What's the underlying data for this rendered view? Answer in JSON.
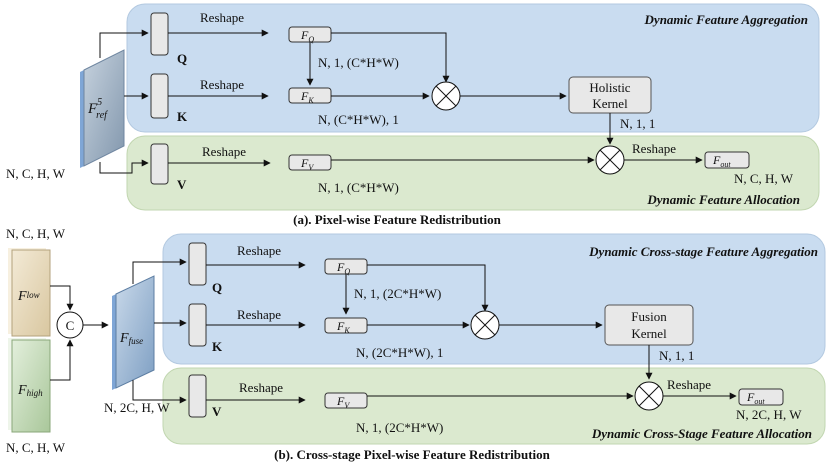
{
  "panel_a": {
    "region_top": "Dynamic Feature Aggregation",
    "region_bottom": "Dynamic Feature Allocation",
    "caption": "(a). Pixel-wise Feature Redistribution",
    "input_name": "F",
    "input_sup": "5",
    "input_sub": "ref",
    "input_dims": "N, C, H, W",
    "q_label": "Q",
    "k_label": "K",
    "v_label": "V",
    "reshape_q": "Reshape",
    "reshape_k": "Reshape",
    "reshape_v": "Reshape",
    "fq_main": "F",
    "fq_sub": "Q",
    "fk_main": "F",
    "fk_sub": "K",
    "fv_main": "F",
    "fv_sub": "V",
    "fq_dims": "N, 1, (C*H*W)",
    "fk_dims": "N, (C*H*W), 1",
    "fv_dims": "N, 1, (C*H*W)",
    "kernel_line1": "Holistic",
    "kernel_line2": "Kernel",
    "kernel_dims": "N, 1, 1",
    "reshape_out": "Reshape",
    "out_main": "F",
    "out_sub": "out",
    "out_dims": "N, C, H, W"
  },
  "panel_b": {
    "region_top": "Dynamic Cross-stage Feature Aggregation",
    "region_bottom": "Dynamic Cross-Stage Feature Allocation",
    "caption": "(b). Cross-stage Pixel-wise Feature Redistribution",
    "low_dims": "N, C, H, W",
    "high_dims": "N, C, H, W",
    "low_main": "F",
    "low_sub": "low",
    "high_main": "F",
    "high_sub": "high",
    "concat": "C",
    "fuse_main": "F",
    "fuse_sub": "fuse",
    "fuse_dims": "N, 2C, H, W",
    "q_label": "Q",
    "k_label": "K",
    "v_label": "V",
    "reshape_q": "Reshape",
    "reshape_k": "Reshape",
    "reshape_v": "Reshape",
    "fq_main": "F",
    "fq_sub": "Q",
    "fk_main": "F",
    "fk_sub": "K",
    "fv_main": "F",
    "fv_sub": "V",
    "fq_dims": "N, 1, (2C*H*W)",
    "fk_dims": "N, (2C*H*W), 1",
    "fv_dims": "N, 1, (2C*H*W)",
    "kernel_line1": "Fusion",
    "kernel_line2": "Kernel",
    "kernel_dims": "N, 1, 1",
    "reshape_out": "Reshape",
    "out_main": "F",
    "out_sub": "out",
    "out_dims": "N, 2C, H, W"
  },
  "colors": {
    "blue_region": "#c9dcf0",
    "green_region": "#dbe9cf",
    "feature_box": "#e8e8e8",
    "low_map": "#ece0c4",
    "high_map": "#cfe0c5",
    "fuse_map": "#a8c0db",
    "ref_map": "#a4b5c8"
  }
}
